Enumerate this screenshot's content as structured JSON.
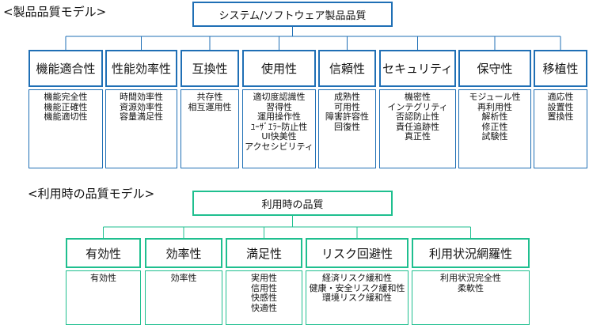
{
  "product_model": {
    "label": "<製品品質モデル>",
    "root": "システム/ソフトウェア製品品質",
    "categories": [
      {
        "name": "機能適合性",
        "items": [
          "機能完全性",
          "機能正確性",
          "機能適切性"
        ]
      },
      {
        "name": "性能効率性",
        "items": [
          "時間効率性",
          "資源効率性",
          "容量満足性"
        ]
      },
      {
        "name": "互換性",
        "items": [
          "共存性",
          "相互運用性"
        ]
      },
      {
        "name": "使用性",
        "items": [
          "適切度認識性",
          "習得性",
          "運用操作性",
          "ﾕｰｻﾞｴﾗｰ防止性",
          "UI快美性",
          "アクセシビリティ"
        ]
      },
      {
        "name": "信頼性",
        "items": [
          "成熟性",
          "可用性",
          "障害許容性",
          "回復性"
        ]
      },
      {
        "name": "セキュリティ",
        "items": [
          "機密性",
          "インテグリティ",
          "否認防止性",
          "責任追跡性",
          "真正性"
        ]
      },
      {
        "name": "保守性",
        "items": [
          "モジュール性",
          "再利用性",
          "解析性",
          "修正性",
          "試験性"
        ]
      },
      {
        "name": "移植性",
        "items": [
          "適応性",
          "設置性",
          "置換性"
        ]
      }
    ]
  },
  "use_model": {
    "label": "<利用時の品質モデル>",
    "root": "利用時の品質",
    "categories": [
      {
        "name": "有効性",
        "items": [
          "有効性"
        ]
      },
      {
        "name": "効率性",
        "items": [
          "効率性"
        ]
      },
      {
        "name": "満足性",
        "items": [
          "実用性",
          "信用性",
          "快感性",
          "快適性"
        ]
      },
      {
        "name": "リスク回避性",
        "items": [
          "経済リスク緩和性",
          "健康・安全リスク緩和性",
          "環境リスク緩和性"
        ]
      },
      {
        "name": "利用状況網羅性",
        "items": [
          "利用状況完全性",
          "柔軟性"
        ]
      }
    ]
  },
  "colors": {
    "product": "#1f6fb5",
    "use": "#1fbf8f"
  }
}
